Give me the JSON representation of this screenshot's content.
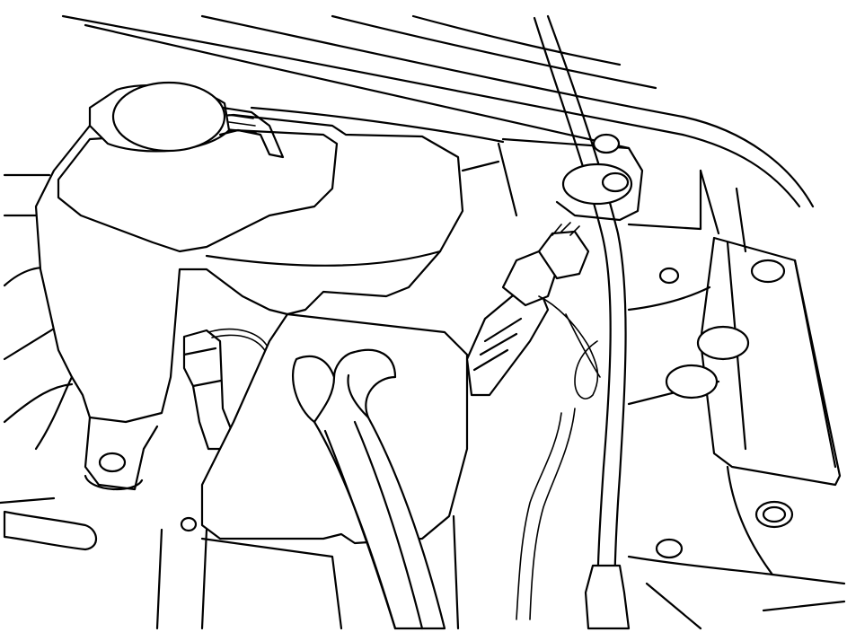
{
  "diagram": {
    "kind": "line-art",
    "colors": {
      "stroke": "#000000",
      "background": "#ffffff"
    },
    "components": [
      "coolant-reservoir",
      "reservoir-cap",
      "wiring-harness-connector",
      "engine-cover",
      "hoses",
      "strut-rod",
      "fender-bracket",
      "mounting-bolts"
    ]
  }
}
